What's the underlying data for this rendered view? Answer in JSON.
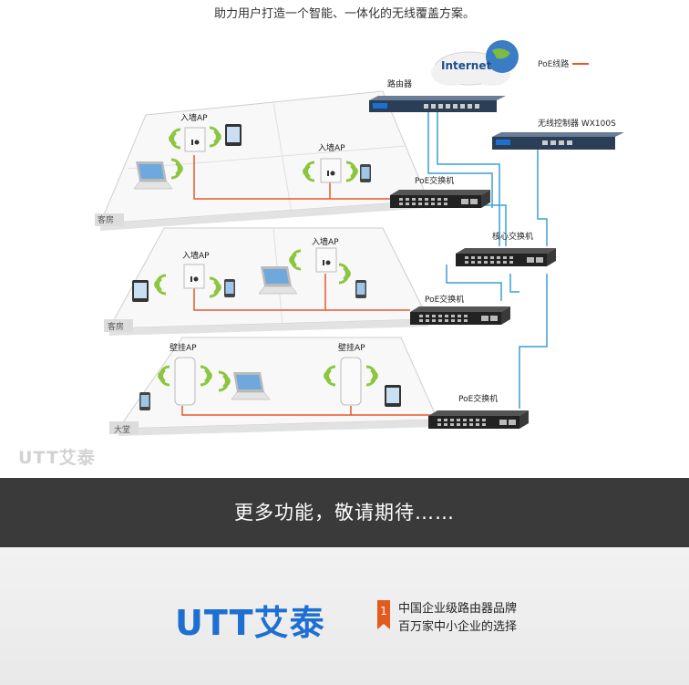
{
  "header": {
    "tagline": "助力用户打造一个智能、一体化的无线覆盖方案。"
  },
  "diagram": {
    "internet_label": "Internet",
    "router_label": "路由器",
    "legend_label": "PoE线路",
    "controller_label": "无线控制器 WX100S",
    "core_switch_label": "核心交换机",
    "poe_switch_label": "PoE交换机",
    "wall_ap_label": "入墙AP",
    "wall_mount_ap_label": "壁挂AP",
    "floors": [
      "客房",
      "客房",
      "大堂"
    ],
    "colors": {
      "poe_line": "#e8572a",
      "network_line": "#3a9fd8",
      "wifi": "#8cc63f"
    }
  },
  "watermark": "UTT艾泰",
  "banner": {
    "text": "更多功能，敬请期待……"
  },
  "footer": {
    "logo": "UTT艾泰",
    "badge": "1",
    "slogan_line1": "中国企业级路由器品牌",
    "slogan_line2": "百万家中小企业的选择"
  }
}
